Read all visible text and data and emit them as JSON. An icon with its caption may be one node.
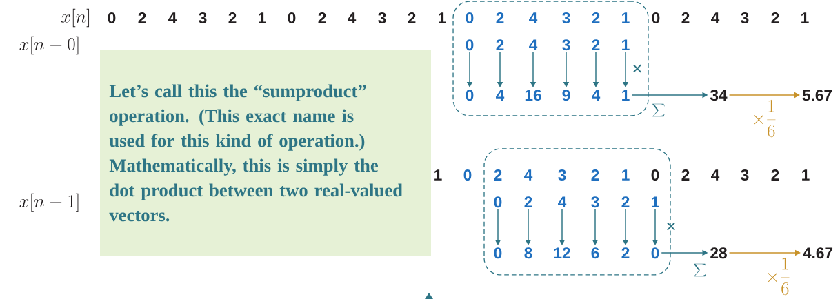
{
  "diagram": {
    "nodes": [
      {
        "text": [],
        "shape": "box"
      },
      {
        "text": [
          "0"
        ],
        "in": 0
      },
      {
        "text": [
          "2"
        ],
        "in": 0
      },
      {
        "text": [
          "4"
        ],
        "in": 0
      },
      {
        "text": [
          "3"
        ],
        "in": 0
      },
      {
        "text": [
          "2"
        ],
        "in": 0
      },
      {
        "text": [
          "1"
        ],
        "in": 0
      },
      {
        "text": [
          "0"
        ],
        "in": 0
      },
      {
        "text": [
          "4"
        ],
        "in": 0
      },
      {
        "text": [
          "16"
        ],
        "in": 0
      },
      {
        "text": [
          "9"
        ],
        "in": 0
      },
      {
        "text": [
          "4"
        ],
        "in": 0
      },
      {
        "text": [
          "1"
        ],
        "in": 0
      },
      {
        "text": [
          "34"
        ]
      },
      {
        "text": [
          "5.67"
        ]
      },
      {
        "text": [],
        "shape": "box"
      },
      {
        "text": [
          "0"
        ],
        "in": 15
      },
      {
        "text": [
          "2"
        ],
        "in": 15
      },
      {
        "text": [
          "4"
        ],
        "in": 15
      },
      {
        "text": [
          "3"
        ],
        "in": 15
      },
      {
        "text": [
          "2"
        ],
        "in": 15
      },
      {
        "text": [
          "1"
        ],
        "in": 15
      },
      {
        "text": [
          "0"
        ],
        "in": 15
      },
      {
        "text": [
          "8"
        ],
        "in": 15
      },
      {
        "text": [
          "12"
        ],
        "in": 15
      },
      {
        "text": [
          "6"
        ],
        "in": 15
      },
      {
        "text": [
          "2"
        ],
        "in": 15
      },
      {
        "text": [
          "0"
        ],
        "in": 15
      },
      {
        "text": [
          "28"
        ]
      },
      {
        "text": [
          "4.67"
        ]
      },
      {
        "text": [
          "Let’s call this the “sumproduct” operation. (This exact name is used for this kind of operation.) Mathematically, this is simply the dot product between two real-valued vectors."
        ]
      }
    ],
    "edges": [
      {
        "from": 1,
        "to": 7,
        "arrow": "to"
      },
      {
        "from": 2,
        "to": 8,
        "arrow": "to"
      },
      {
        "from": 3,
        "to": 9,
        "arrow": "to"
      },
      {
        "from": 4,
        "to": 10,
        "arrow": "to"
      },
      {
        "from": 5,
        "to": 11,
        "arrow": "to"
      },
      {
        "from": 6,
        "to": 12,
        "arrow": "to"
      },
      {
        "from": 12,
        "to": 13,
        "arrow": "to",
        "label": "\\sum"
      },
      {
        "from": 13,
        "to": 14,
        "arrow": "to",
        "label": "\\times\\frac{1}{6}",
        "color": "#c8922a"
      },
      {
        "from": 16,
        "to": 22,
        "arrow": "to"
      },
      {
        "from": 17,
        "to": 23,
        "arrow": "to"
      },
      {
        "from": 18,
        "to": 24,
        "arrow": "to"
      },
      {
        "from": 19,
        "to": 25,
        "arrow": "to"
      },
      {
        "from": 20,
        "to": 26,
        "arrow": "to"
      },
      {
        "from": 21,
        "to": 27,
        "arrow": "to"
      },
      {
        "from": 27,
        "to": 28,
        "arrow": "to",
        "label": "\\sum"
      },
      {
        "from": 28,
        "to": 29,
        "arrow": "to",
        "label": "\\times\\frac{1}{6}",
        "color": "#c8922a"
      }
    ],
    "labels": [
      "x[n]",
      "0",
      "2",
      "4",
      "3",
      "2",
      "1",
      "0",
      "2",
      "4",
      "3",
      "2",
      "1",
      "0",
      "2",
      "4",
      "3",
      "2",
      "1",
      "0",
      "2",
      "4",
      "3",
      "2",
      "1",
      "x[n-0]",
      "×",
      "1",
      "0",
      "2",
      "4",
      "3",
      "2",
      "1",
      "0",
      "2",
      "4",
      "3",
      "2",
      "1",
      "x[n-1]",
      "×"
    ]
  }
}
